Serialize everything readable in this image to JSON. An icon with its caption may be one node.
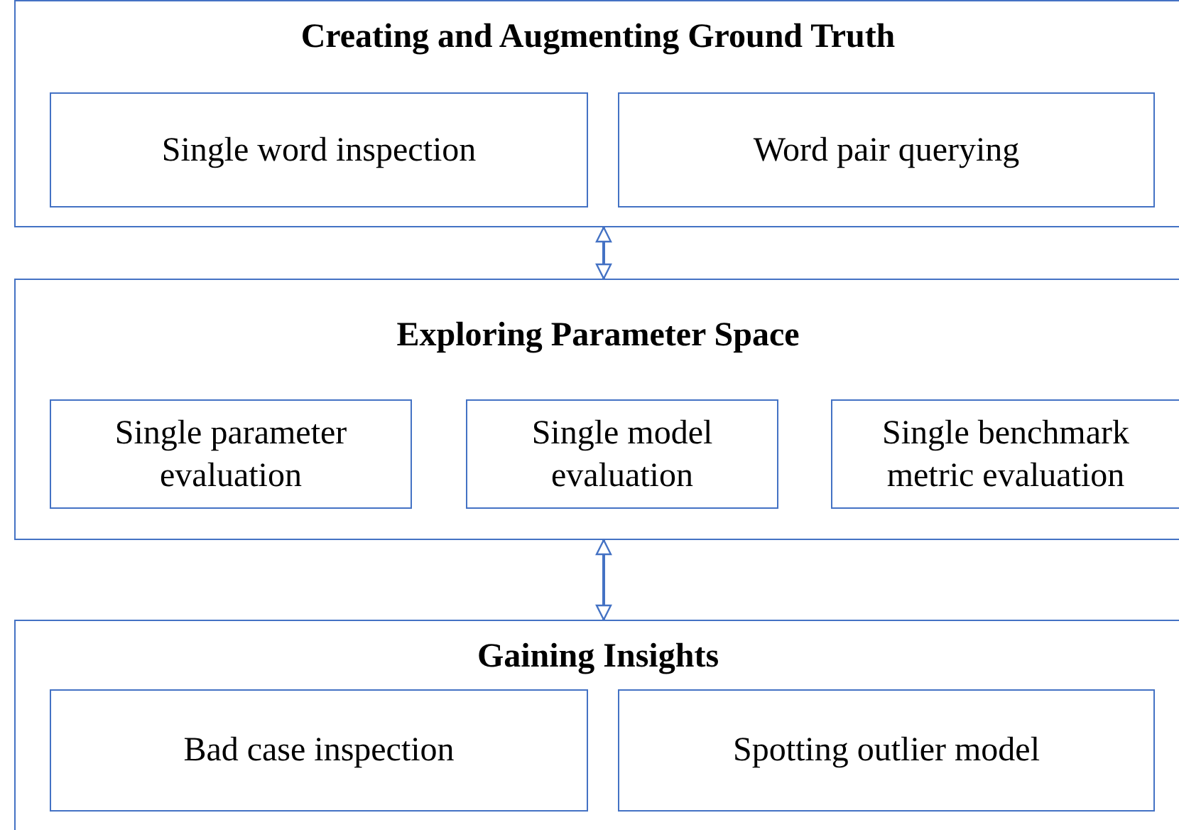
{
  "diagram": {
    "nodes": [
      {
        "text": [
          "Creating and Augmenting Ground Truth"
        ]
      },
      {
        "text": [
          "Single word inspection"
        ],
        "in": 0
      },
      {
        "text": [
          "Word pair querying"
        ],
        "in": 0
      },
      {
        "text": [
          "Exploring Parameter Space"
        ]
      },
      {
        "text": [
          "Single parameter evaluation"
        ],
        "in": 3
      },
      {
        "text": [
          "Single model evaluation"
        ],
        "in": 3
      },
      {
        "text": [
          "Single benchmark metric evaluation"
        ],
        "in": 3
      },
      {
        "text": [
          "Gaining Insights"
        ]
      },
      {
        "text": [
          "Bad case inspection"
        ],
        "in": 7
      },
      {
        "text": [
          "Spotting outlier model"
        ],
        "in": 7
      }
    ],
    "edges": [
      {
        "from": 0,
        "to": 3,
        "arrow": "both"
      },
      {
        "from": 3,
        "to": 7,
        "arrow": "both"
      }
    ]
  }
}
